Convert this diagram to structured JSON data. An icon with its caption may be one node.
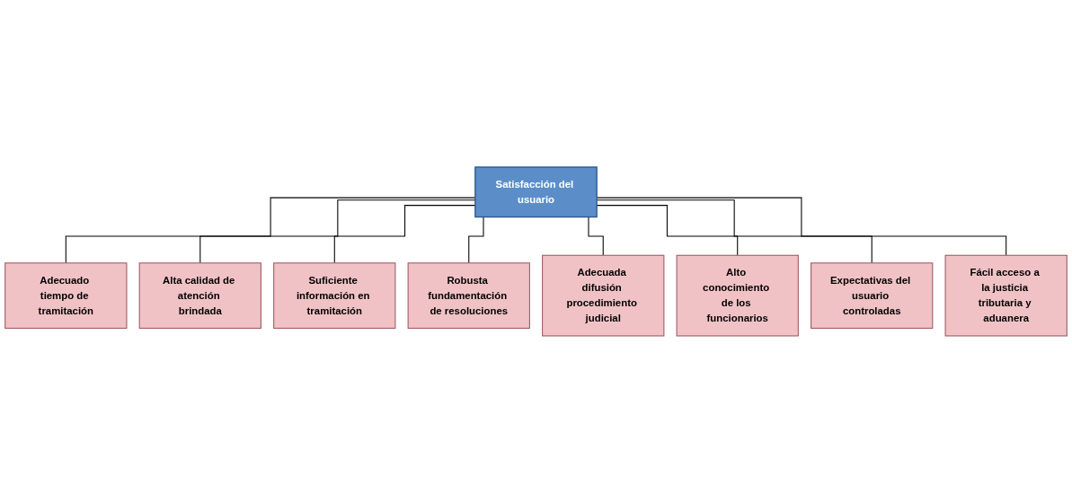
{
  "diagram": {
    "nodes": [
      {
        "text": [
          "Satisfacción del usuario"
        ]
      },
      {
        "text": [
          "Adecuado tiempo de tramitación"
        ]
      },
      {
        "text": [
          "Alta calidad de atención brindada"
        ]
      },
      {
        "text": [
          "Suficiente información en tramitación"
        ]
      },
      {
        "text": [
          "Robusta fundamentación de resoluciones"
        ]
      },
      {
        "text": [
          "Adecuada difusión procedimiento judicial"
        ]
      },
      {
        "text": [
          "Alto conocimiento de los funcionarios"
        ]
      },
      {
        "text": [
          "Expectativas del usuario controladas"
        ]
      },
      {
        "text": [
          "Fácil acceso a la justicia tributaria y aduanera"
        ]
      }
    ],
    "edges": [
      {
        "from": 0,
        "to": 1,
        "arrow": "none"
      },
      {
        "from": 0,
        "to": 2,
        "arrow": "none"
      },
      {
        "from": 0,
        "to": 3,
        "arrow": "none"
      },
      {
        "from": 0,
        "to": 4,
        "arrow": "none"
      },
      {
        "from": 0,
        "to": 5,
        "arrow": "none"
      },
      {
        "from": 0,
        "to": 6,
        "arrow": "none"
      },
      {
        "from": 0,
        "to": 7,
        "arrow": "none"
      },
      {
        "from": 0,
        "to": 8,
        "arrow": "none"
      }
    ]
  }
}
